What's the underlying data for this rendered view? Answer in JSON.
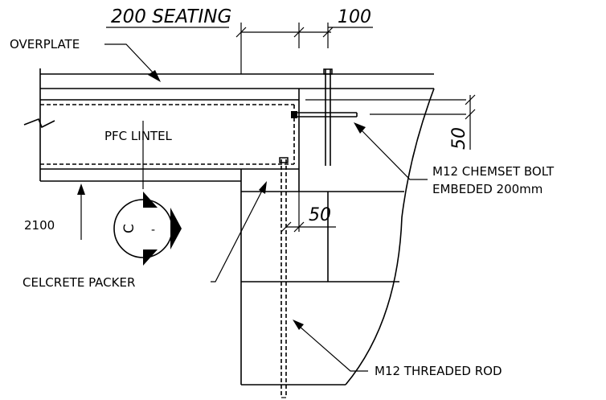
{
  "labels": {
    "seating": "200 SEATING",
    "dim_100": "100",
    "overplate": "OVERPLATE",
    "pfc_lintel": "PFC LINTEL",
    "dim_50_right": "50",
    "chemset_line1": "M12 CHEMSET BOLT",
    "chemset_line2": "EMBEDED 200mm",
    "level_2100": "2100",
    "section_letter": "C",
    "section_dash": "-",
    "dim_50_packer": "50",
    "celcrete_packer": "CELCRETE PACKER",
    "threaded_rod": "M12 THREADED ROD"
  }
}
